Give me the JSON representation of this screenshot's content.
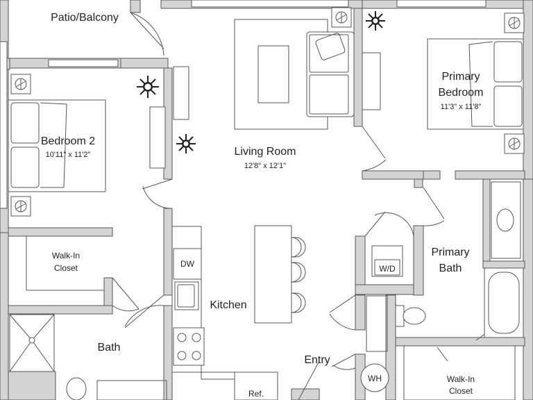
{
  "colors": {
    "wall": "#d4d4d4",
    "line": "#555555",
    "background": "#ffffff"
  },
  "rooms": {
    "patio": {
      "name": "Patio/Balcony"
    },
    "bedroom2": {
      "name": "Bedroom 2",
      "dims": "10'11\" x 11'2\""
    },
    "living": {
      "name": "Living Room",
      "dims": "12'8\" x 12'1\""
    },
    "primary_bed": {
      "name_line1": "Primary",
      "name_line2": "Bedroom",
      "dims": "11'3\" x 11'8\""
    },
    "walkin_left": {
      "line1": "Walk-In",
      "line2": "Closet"
    },
    "kitchen": {
      "name": "Kitchen"
    },
    "primary_bath": {
      "line1": "Primary",
      "line2": "Bath"
    },
    "bath": {
      "name": "Bath"
    },
    "entry": {
      "name": "Entry"
    },
    "walkin_right": {
      "line1": "Walk-In",
      "line2": "Closet"
    }
  },
  "fixtures": {
    "dw": "DW",
    "wd": "W/D",
    "wh": "WH",
    "ref": "Ref."
  },
  "icons": [
    "plant-icon",
    "lamp-icon",
    "bed-icon",
    "sofa-icon",
    "rug-icon",
    "sink-icon",
    "toilet-icon",
    "tub-icon",
    "shower-icon",
    "stove-icon",
    "stool-icon"
  ]
}
